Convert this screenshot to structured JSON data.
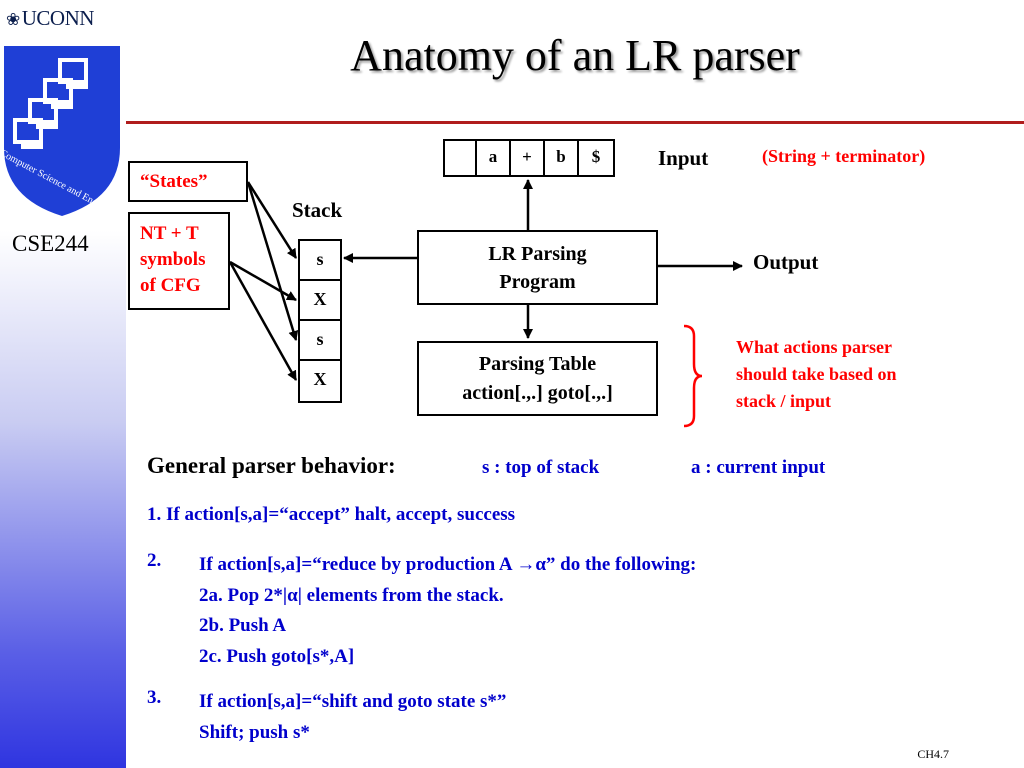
{
  "branding": {
    "university": "UCONN",
    "course": "CSE244",
    "logo_text": "Computer Science and Engineering"
  },
  "slide": {
    "title": "Anatomy of an LR parser",
    "page": "CH4.7"
  },
  "diagram": {
    "input_cells": [
      "",
      "a",
      "+",
      "b",
      "$"
    ],
    "input_label": "Input",
    "input_note": "(String + terminator)",
    "program_label": "LR Parsing Program",
    "output_label": "Output",
    "table_line1": "Parsing Table",
    "table_line2": "action[.,.] goto[.,.]",
    "stack_label": "Stack",
    "stack_cells": [
      "s",
      "X",
      "s",
      "X"
    ],
    "states_label": "“States”",
    "nt_label_1": "NT + T",
    "nt_label_2": "symbols",
    "nt_label_3": "of CFG",
    "brace_note_1": "What actions parser",
    "brace_note_2": "should take based on",
    "brace_note_3": "stack / input"
  },
  "behavior": {
    "heading": "General parser behavior:",
    "s_desc": "s : top of stack",
    "a_desc": "a : current input",
    "rule1": "1.  If action[s,a]=“accept”  halt, accept, success",
    "rule2_num": "2.",
    "rule2_a": "If action[s,a]=“reduce by production A →α” do the following:",
    "rule2_b": "2a. Pop 2*|α| elements from the stack.",
    "rule2_c": "2b. Push A",
    "rule2_d": "2c. Push goto[s*,A]",
    "rule3_num": "3.",
    "rule3_a": "If action[s,a]=“shift and goto state s*”",
    "rule3_b": "Shift; push s*"
  },
  "colors": {
    "accent_red": "#ff0000",
    "text_blue": "#0000cc",
    "rule_red": "#b01c1c"
  }
}
